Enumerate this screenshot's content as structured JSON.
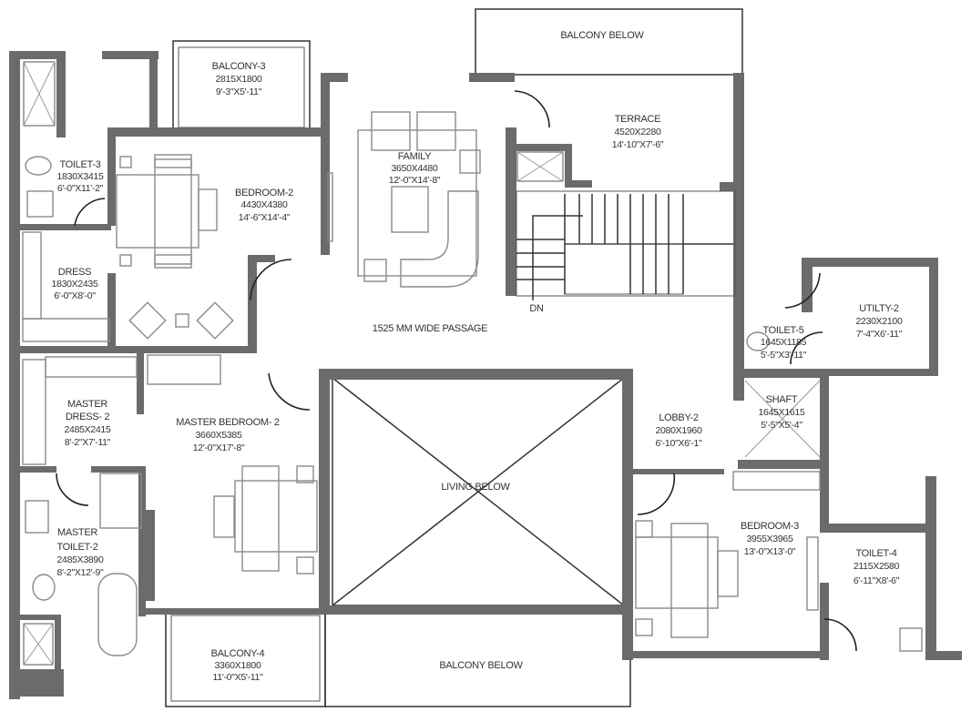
{
  "rooms": {
    "balcony_below_top": {
      "name": "BALCONY BELOW"
    },
    "balcony3": {
      "name": "BALCONY-3",
      "metric": "2815X1800",
      "imperial": "9'-3\"X5'-11\""
    },
    "toilet3": {
      "name": "TOILET-3",
      "metric": "1830X3415",
      "imperial": "6'-0\"X11'-2\""
    },
    "bedroom2": {
      "name": "BEDROOM-2",
      "metric": "4430X4380",
      "imperial": "14'-6\"X14'-4\""
    },
    "dress": {
      "name": "DRESS",
      "metric": "1830X2435",
      "imperial": "6'-0\"X8'-0\""
    },
    "family": {
      "name": "FAMILY",
      "metric": "3650X4480",
      "imperial": "12'-0\"X14'-8\""
    },
    "terrace": {
      "name": "TERRACE",
      "metric": "4520X2280",
      "imperial": "14'-10\"X7'-6\""
    },
    "stair": {
      "label": "DN"
    },
    "passage": {
      "name": "1525 MM WIDE PASSAGE"
    },
    "utility2": {
      "name": "UTILTY-2",
      "metric": "2230X2100",
      "imperial": "7'-4\"X6'-11\""
    },
    "toilet5": {
      "name": "TOILET-5",
      "metric": "1645X1185",
      "imperial": "5'-5\"X3'-11\""
    },
    "shaft": {
      "name": "SHAFT",
      "metric": "1645X1615",
      "imperial": "5'-5\"X5'-4\""
    },
    "lobby2": {
      "name": "LOBBY-2",
      "metric": "2080X1960",
      "imperial": "6'-10\"X6'-1\""
    },
    "master_dress2": {
      "name": "MASTER",
      "name2": "DRESS- 2",
      "metric": "2485X2415",
      "imperial": "8'-2\"X7'-11\""
    },
    "master_bedroom2": {
      "name": "MASTER BEDROOM- 2",
      "metric": "3660X5385",
      "imperial": "12'-0\"X17'-8\""
    },
    "living_below": {
      "name": "LIVING BELOW"
    },
    "master_toilet2": {
      "name": "MASTER",
      "name2": "TOILET-2",
      "metric": "2485X3890",
      "imperial": "8'-2\"X12'-9\""
    },
    "bedroom3": {
      "name": "BEDROOM-3",
      "metric": "3955X3965",
      "imperial": "13'-0\"X13'-0\""
    },
    "toilet4": {
      "name": "TOILET-4",
      "metric": "2115X2580",
      "imperial": "6'-11\"X8'-6\""
    },
    "balcony4": {
      "name": "BALCONY-4",
      "metric": "3360X1800",
      "imperial": "11'-0\"X5'-11\""
    },
    "balcony_below_bottom": {
      "name": "BALCONY BELOW"
    }
  }
}
